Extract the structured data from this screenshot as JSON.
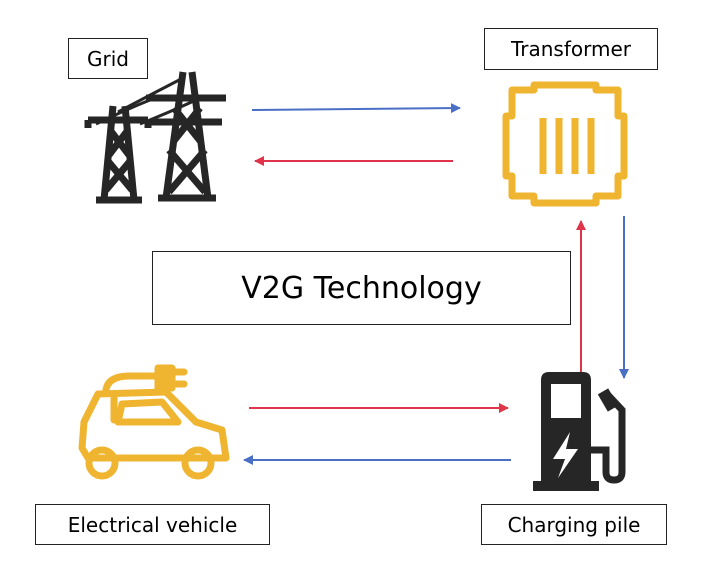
{
  "title": "V2G Technology",
  "nodes": {
    "grid": "Grid",
    "transformer": "Transformer",
    "ev": "Electrical vehicle",
    "charging_pile": "Charging pile"
  },
  "colors": {
    "forward_arrow": "#4a6fc4",
    "reverse_arrow": "#e0344b",
    "icon_dark": "#262626",
    "icon_accent": "#f0b530"
  },
  "icons": [
    "power-tower-icon",
    "transformer-icon",
    "electric-car-icon",
    "charging-station-icon"
  ]
}
